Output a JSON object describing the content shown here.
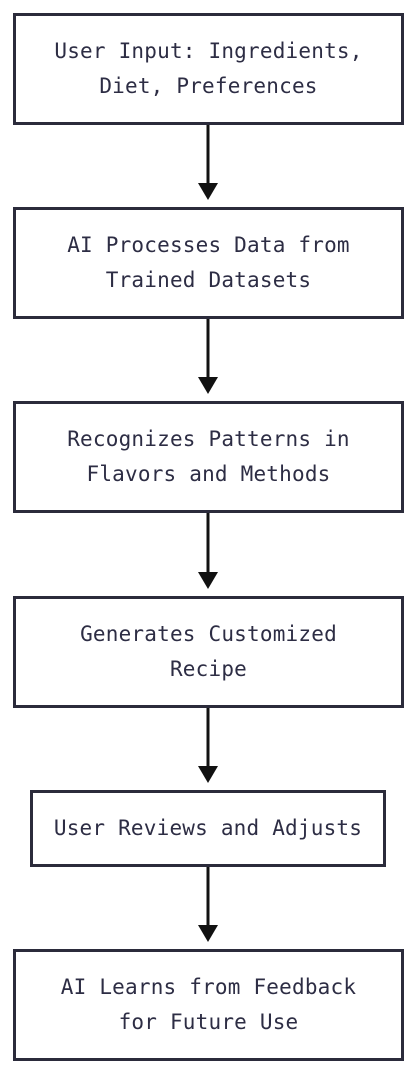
{
  "diagram": {
    "steps": [
      {
        "label": "User Input: Ingredients,\nDiet, Preferences"
      },
      {
        "label": "AI Processes Data from\nTrained Datasets"
      },
      {
        "label": "Recognizes Patterns in\nFlavors and Methods"
      },
      {
        "label": "Generates Customized\nRecipe"
      },
      {
        "label": "User Reviews and Adjusts"
      },
      {
        "label": "AI Learns from Feedback\nfor Future Use"
      }
    ],
    "colors": {
      "border": "#2b2b3b",
      "text": "#2d2d44",
      "arrow": "#111111",
      "background": "#ffffff"
    }
  }
}
